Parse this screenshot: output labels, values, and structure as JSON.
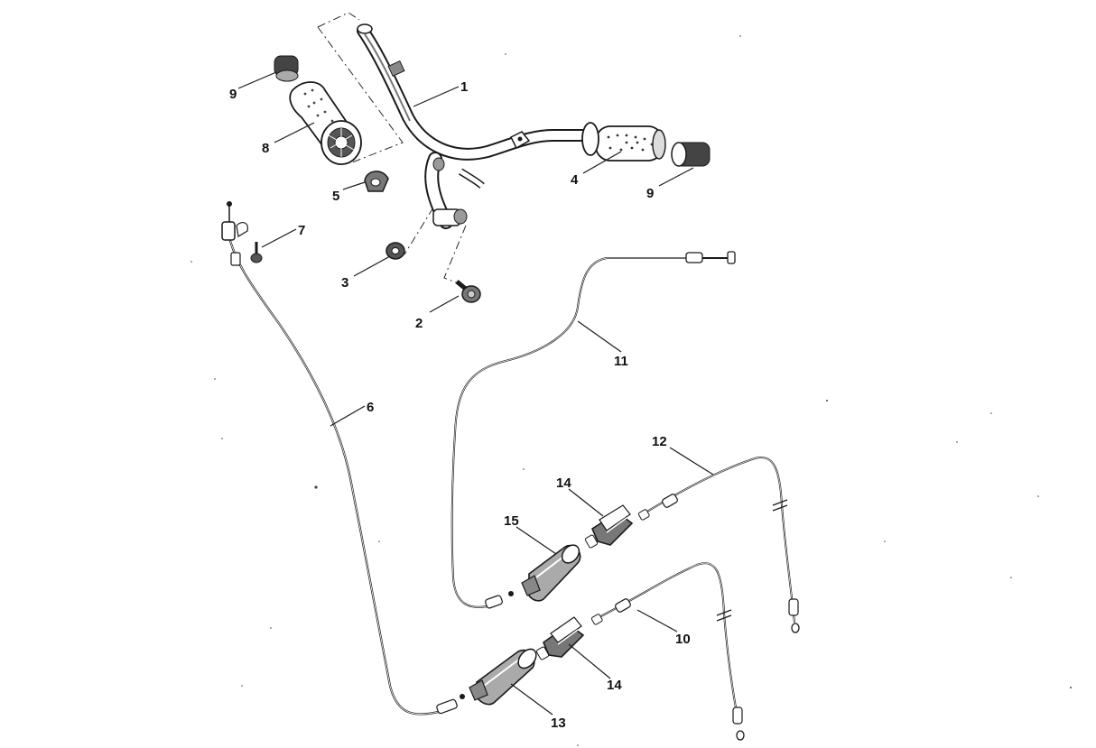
{
  "diagram": {
    "colors": {
      "ink": "#1a1a1a",
      "shade": "#777777",
      "light": "#cfcfcf",
      "paper": "#ffffff"
    },
    "parts": [
      {
        "id": "p1",
        "label": "1",
        "name": "handlebar"
      },
      {
        "id": "p2",
        "label": "2",
        "name": "bolt"
      },
      {
        "id": "p3",
        "label": "3",
        "name": "nut"
      },
      {
        "id": "p4",
        "label": "4",
        "name": "right-grip"
      },
      {
        "id": "p5",
        "label": "5",
        "name": "clamp"
      },
      {
        "id": "p6",
        "label": "6",
        "name": "cable"
      },
      {
        "id": "p7",
        "label": "7",
        "name": "screw"
      },
      {
        "id": "p8",
        "label": "8",
        "name": "throttle-grip"
      },
      {
        "id": "p9a",
        "label": "9",
        "name": "grip-end-left"
      },
      {
        "id": "p9b",
        "label": "9",
        "name": "grip-end-right"
      },
      {
        "id": "p10",
        "label": "10",
        "name": "cable"
      },
      {
        "id": "p11",
        "label": "11",
        "name": "cable"
      },
      {
        "id": "p12",
        "label": "12",
        "name": "cable"
      },
      {
        "id": "p13",
        "label": "13",
        "name": "adjuster-boot"
      },
      {
        "id": "p14a",
        "label": "14",
        "name": "cable-joint-upper"
      },
      {
        "id": "p14b",
        "label": "14",
        "name": "cable-joint-lower"
      },
      {
        "id": "p15",
        "label": "15",
        "name": "adjuster-boot"
      }
    ]
  }
}
